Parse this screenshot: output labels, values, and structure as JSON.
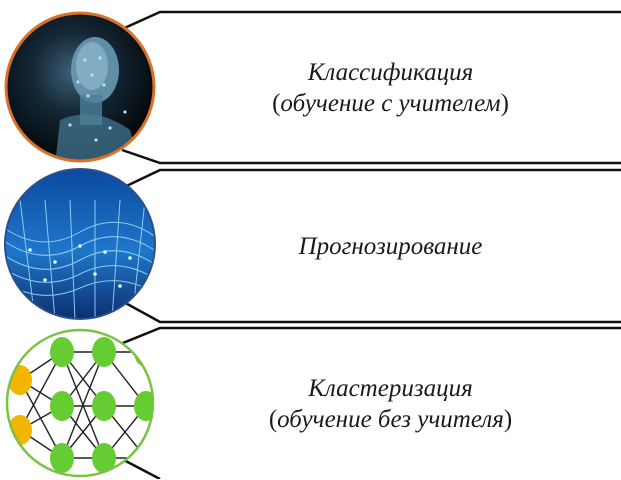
{
  "blocks": [
    {
      "title": "Классификация",
      "subtitle": "обучение с учителем",
      "image": "face-with-data-points",
      "ring_color": "#d9722a"
    },
    {
      "title": "Прогнозирование",
      "subtitle": "",
      "image": "digital-wave-network",
      "ring_color": "#2b4f8c"
    },
    {
      "title": "Кластеризация",
      "subtitle": "обучение без учителя",
      "image": "neural-network-nodes",
      "ring_color": "#7cc242"
    }
  ],
  "colors": {
    "outline": "#111111",
    "text": "#1a1a1a",
    "node_green": "#66cc33",
    "node_yellow": "#f2b600"
  }
}
